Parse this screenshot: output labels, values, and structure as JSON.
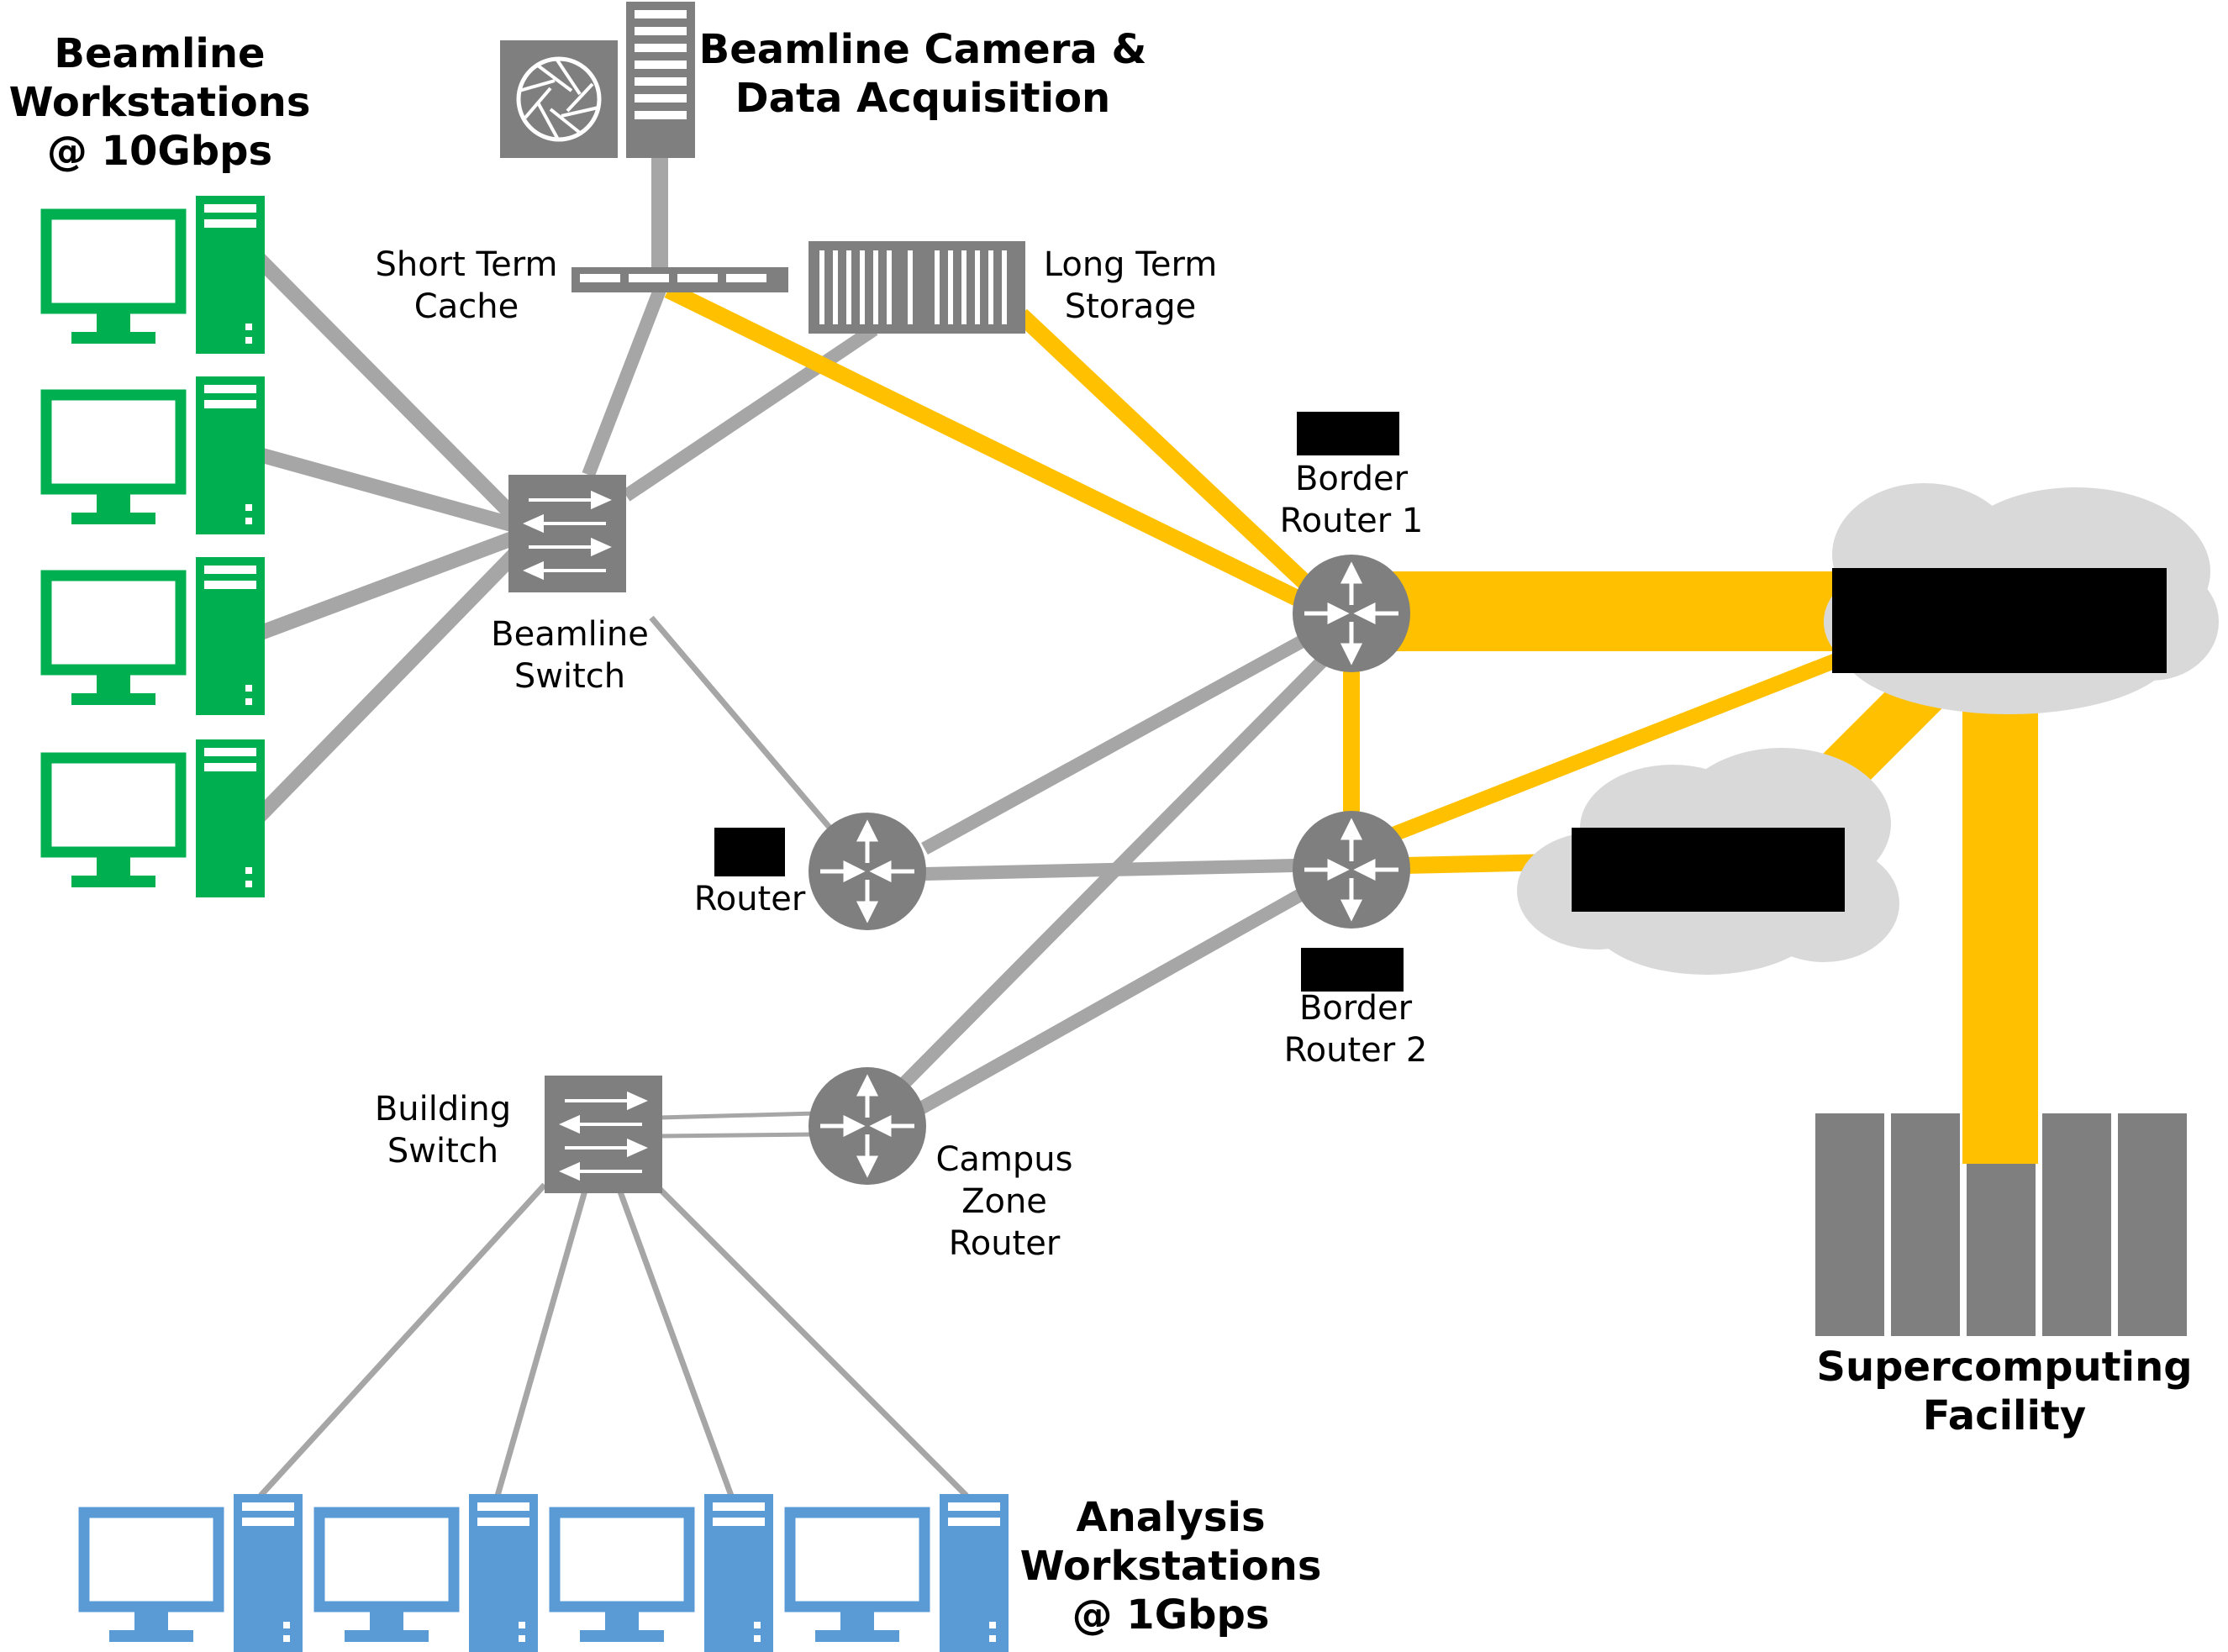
{
  "labels": {
    "beamline_workstations": [
      "Beamline",
      "Workstations",
      "@ 10Gbps"
    ],
    "beamline_camera": [
      "Beamline Camera &",
      "Data Acquisition"
    ],
    "short_term_cache": [
      "Short Term",
      "Cache"
    ],
    "long_term_storage": [
      "Long Term",
      "Storage"
    ],
    "beamline_switch": [
      "Beamline",
      "Switch"
    ],
    "border_router_1": [
      "Border",
      "Router 1"
    ],
    "border_router_2": [
      "Border",
      "Router 2"
    ],
    "router": [
      "Router"
    ],
    "building_switch": [
      "Building",
      "Switch"
    ],
    "campus_zone_router": [
      "Campus",
      "Zone",
      "Router"
    ],
    "analysis_workstations": [
      "Analysis",
      "Workstations",
      "@ 1Gbps"
    ],
    "supercomputing_facility": [
      "Supercomputing",
      "Facility"
    ]
  },
  "colors": {
    "green_workstation": "#00b050",
    "blue_workstation": "#5b9bd5",
    "device_gray": "#7f7f7f",
    "link_gray": "#a6a6a6",
    "link_yellow": "#ffc000",
    "cloud_gray": "#d9d9d9",
    "redaction": "#000000"
  },
  "icons": {
    "workstation": "desktop-tower-icon",
    "switch": "network-switch-icon",
    "router": "router-icon",
    "camera": "camera-shutter-icon",
    "server": "server-rack-icon",
    "cloud": "cloud-icon",
    "supercomputer": "supercomputer-rack-icon"
  }
}
